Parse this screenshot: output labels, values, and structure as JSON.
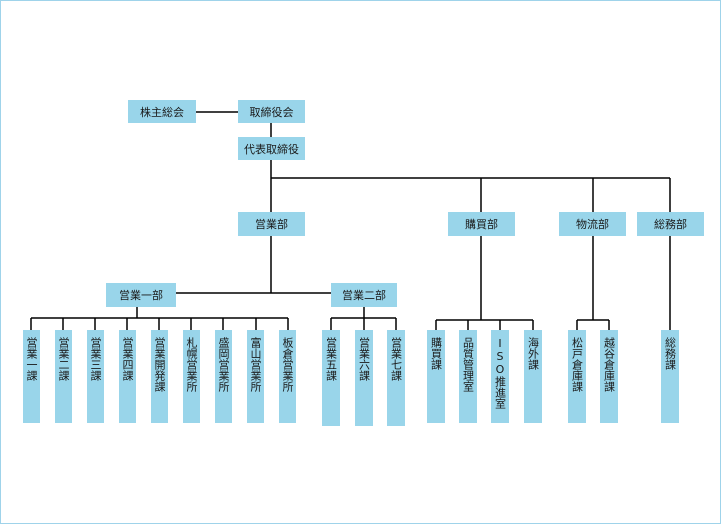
{
  "org": {
    "shareholders": "株主総会",
    "board": "取締役会",
    "ceo": "代表取締役",
    "sales": "営業部",
    "purchasing": "購買部",
    "logistics": "物流部",
    "general_affairs": "総務部",
    "sales1": "営業一部",
    "sales2": "営業二部",
    "sales1_units": [
      "営業一課",
      "営業二課",
      "営業三課",
      "営業四課",
      "営業開発課",
      "札幌営業所",
      "盛岡営業所",
      "富山営業所",
      "板倉営業所"
    ],
    "sales2_units": [
      "営業五課",
      "営業六課",
      "営業七課"
    ],
    "purchasing_units": [
      "購買課",
      "品質管理室",
      "ISO推進室",
      "海外課"
    ],
    "logistics_units": [
      "松戸倉庫課",
      "越谷倉庫課"
    ],
    "general_units": [
      "総務課"
    ]
  },
  "colors": {
    "box": "#99d5ea",
    "line": "#000000",
    "frame": "#9fd3ea"
  }
}
